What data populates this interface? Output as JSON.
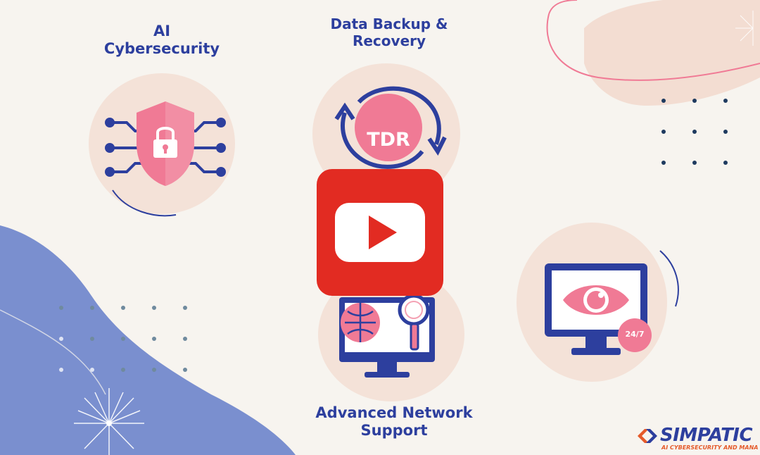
{
  "services": {
    "ai_cybersecurity": {
      "line1": "AI",
      "line2": "Cybersecurity"
    },
    "data_backup": {
      "line1": "Data Backup &",
      "line2": "Recovery",
      "badge": "TDR"
    },
    "network_support": {
      "line1": "Advanced Network",
      "line2": "Support"
    },
    "monitoring": {
      "badge": "24/7"
    }
  },
  "brand": {
    "name": "SIMPATIC",
    "tagline": "AI CYBERSECURITY AND MANA"
  },
  "video": {
    "play_icon": "youtube-play-icon"
  },
  "colors": {
    "navy": "#2d3f9e",
    "pink": "#f07a95",
    "peach": "#f4e2d8",
    "periwinkle": "#7a8fcf",
    "youtube_red": "#e22b22",
    "background": "#f7f4ef"
  }
}
